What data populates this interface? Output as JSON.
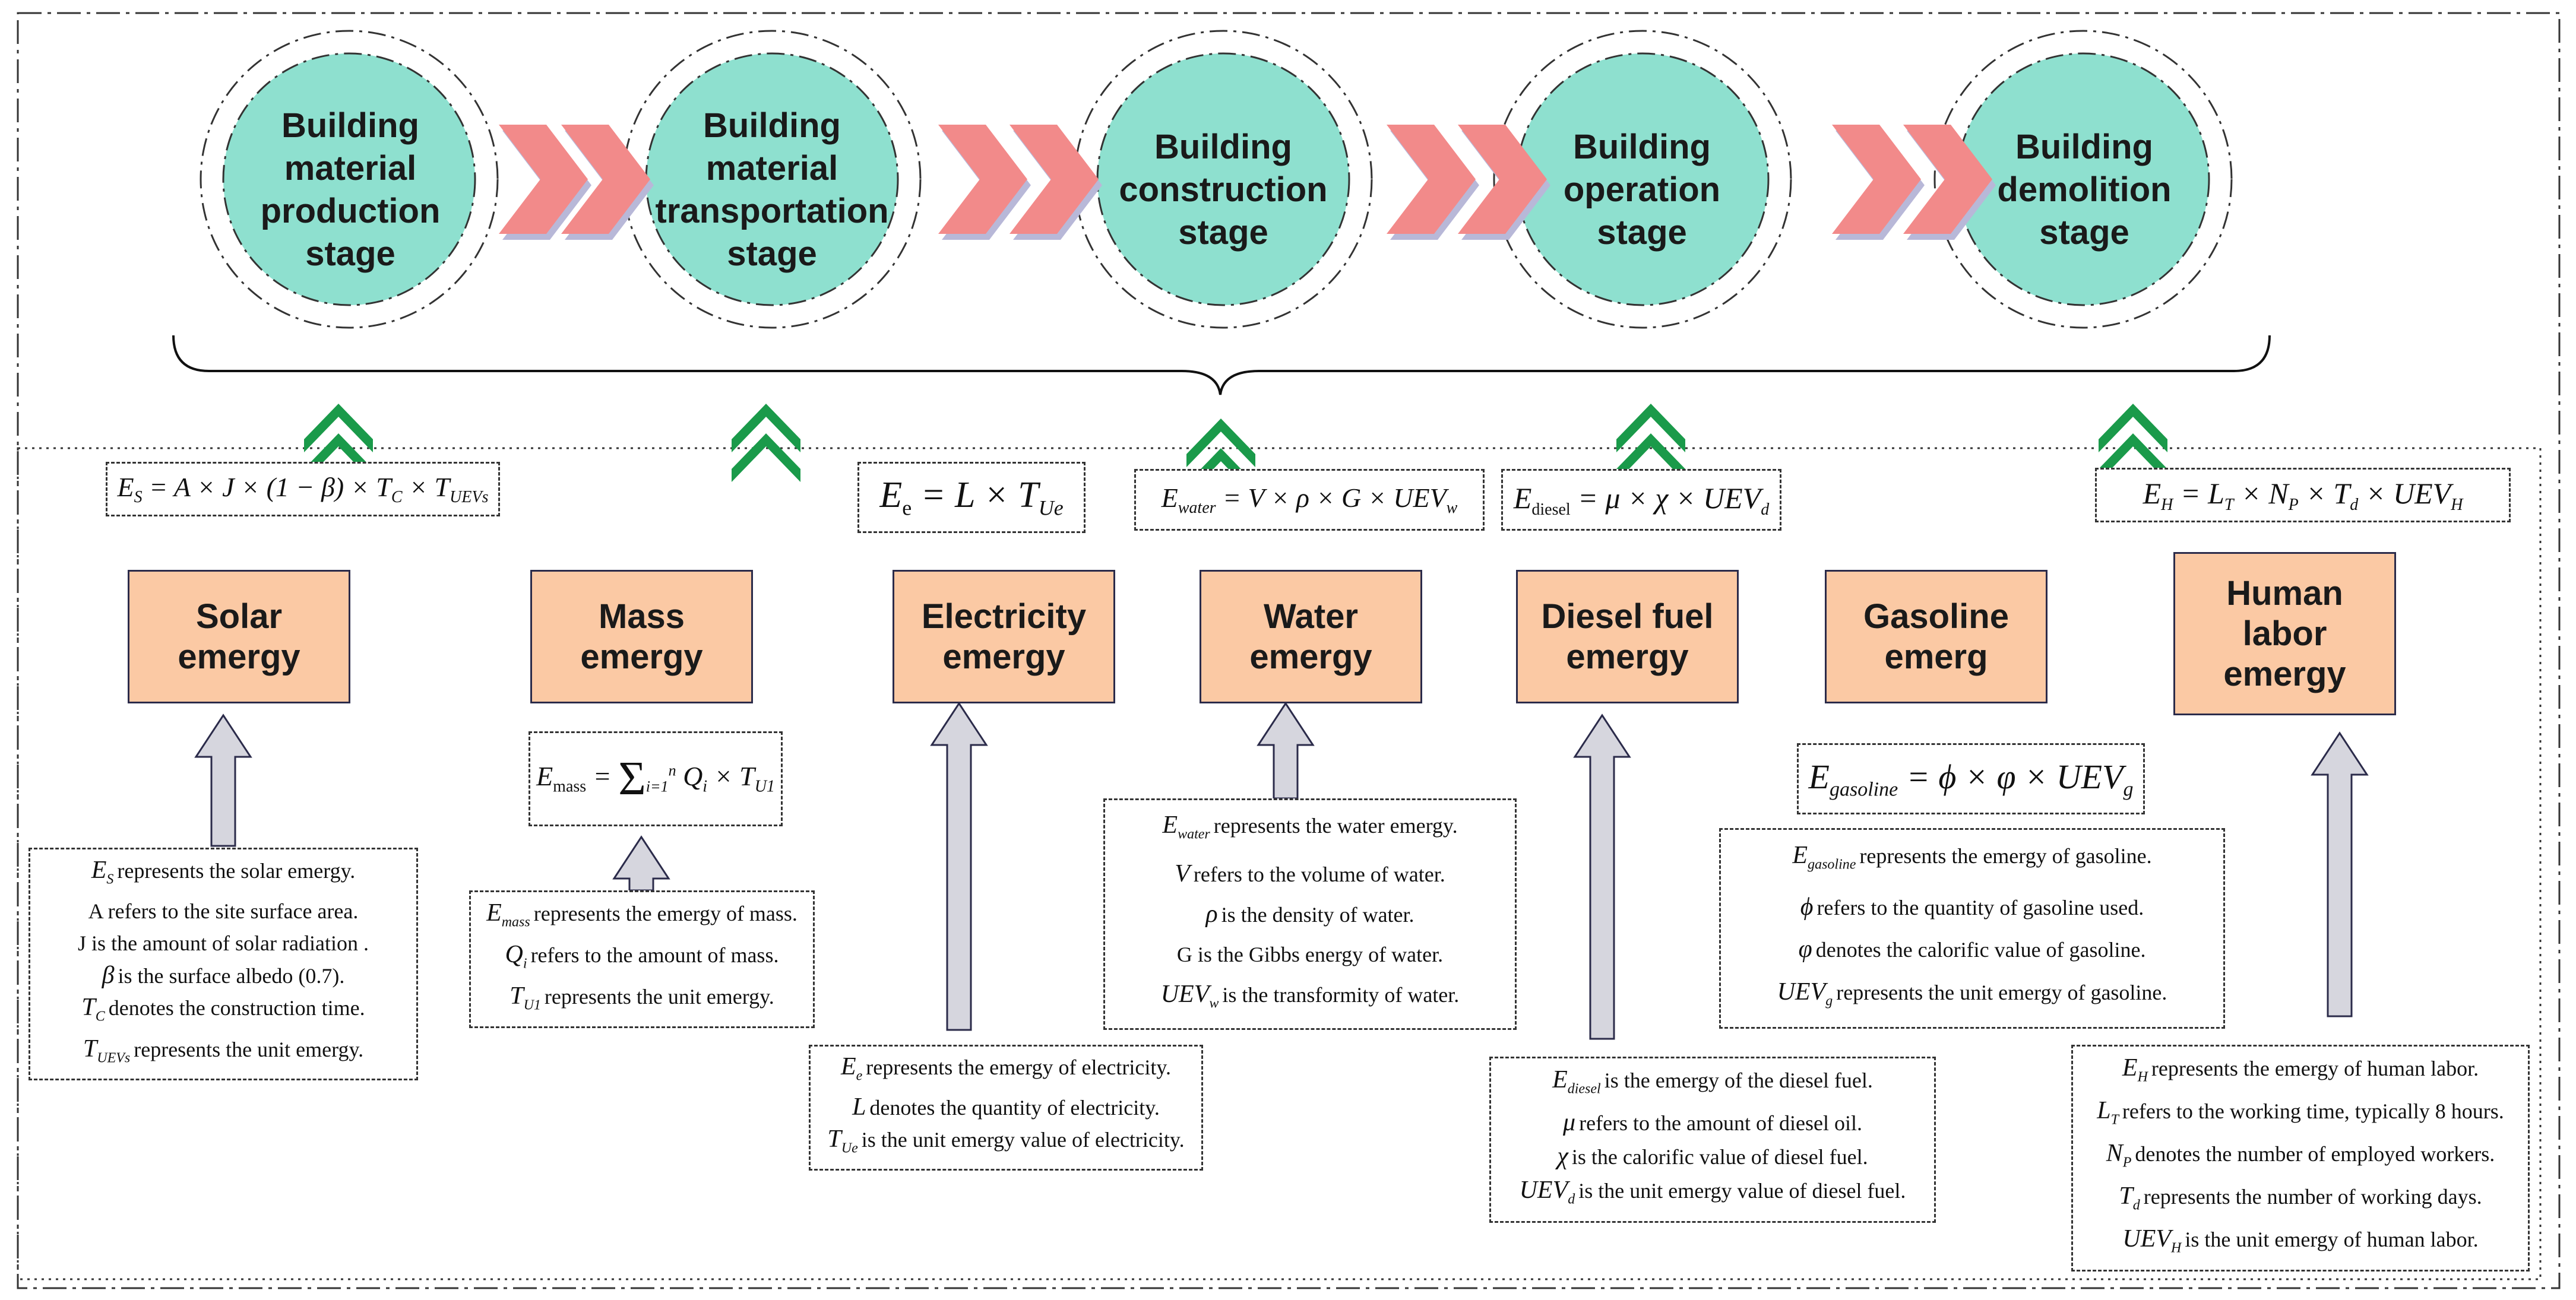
{
  "stages": [
    {
      "label": "Building\nmaterial\nproduction\nstage"
    },
    {
      "label": "Building\nmaterial\ntransportation\nstage"
    },
    {
      "label": "Building\nconstruction\nstage"
    },
    {
      "label": "Building\noperation\nstage"
    },
    {
      "label": "Building\ndemolition\nstage"
    }
  ],
  "emergy_boxes": [
    {
      "label": "Solar\nemergy"
    },
    {
      "label": "Mass\nemergy"
    },
    {
      "label": "Electricity\nemergy"
    },
    {
      "label": "Water\nemergy"
    },
    {
      "label": "Diesel fuel\nemergy"
    },
    {
      "label": "Gasoline\nemerg"
    },
    {
      "label": "Human\nlabor\nemergy"
    }
  ],
  "formulas": {
    "solar": "E_S = A × J × (1 − β) × T_C × T_UEVs",
    "mass": "E_mass = Σ_{i=1}^{n} Q_i × T_U1",
    "electricity": "E_e = L × T_Ue",
    "water": "E_water = V × ρ × G × UEV_w",
    "diesel": "E_diesel = μ × χ × UEV_d",
    "gasoline": "E_gasoline = ϕ × φ × UEV_g",
    "human": "E_H = L_T × N_P × T_d × UEV_H"
  },
  "descriptions": {
    "solar": [
      {
        "sym": "E_S",
        "text": "represents the solar emergy."
      },
      {
        "sym": "",
        "text": "A refers to the site surface area."
      },
      {
        "sym": "",
        "text": "J is the amount of solar radiation ."
      },
      {
        "sym": "β",
        "text": "is the surface albedo (0.7)."
      },
      {
        "sym": "T_C",
        "text": "denotes the construction time."
      },
      {
        "sym": "T_UEVs",
        "text": "represents the unit emergy."
      }
    ],
    "mass": [
      {
        "sym": "E_mass",
        "text": "represents the emergy of mass."
      },
      {
        "sym": "Q_i",
        "text": "refers to the amount of mass."
      },
      {
        "sym": "T_U1",
        "text": "represents the unit emergy."
      }
    ],
    "electricity": [
      {
        "sym": "E_e",
        "text": "represents the emergy of electricity."
      },
      {
        "sym": "L",
        "text": "denotes the quantity of electricity."
      },
      {
        "sym": "T_Ue",
        "text": "is the unit emergy value of electricity."
      }
    ],
    "water": [
      {
        "sym": "E_water",
        "text": "represents the water emergy."
      },
      {
        "sym": "V",
        "text": "refers to the volume of water."
      },
      {
        "sym": "ρ",
        "text": "is the density of water."
      },
      {
        "sym": "",
        "text": "G is the Gibbs energy of water."
      },
      {
        "sym": "UEV_w",
        "text": "is the transformity of water."
      }
    ],
    "diesel": [
      {
        "sym": "E_diesel",
        "text": "is the emergy of the diesel fuel."
      },
      {
        "sym": "μ",
        "text": "refers to the amount of diesel oil."
      },
      {
        "sym": "χ",
        "text": "is the calorific value of diesel fuel."
      },
      {
        "sym": "UEV_d",
        "text": "is the unit emergy value of diesel fuel."
      }
    ],
    "gasoline": [
      {
        "sym": "E_gasoline",
        "text": "represents the emergy of gasoline."
      },
      {
        "sym": "ϕ",
        "text": "refers to the quantity of gasoline used."
      },
      {
        "sym": "φ",
        "text": "denotes the calorific value of gasoline."
      },
      {
        "sym": "UEV_g",
        "text": "represents the unit emergy of gasoline."
      }
    ],
    "human": [
      {
        "sym": "E_H",
        "text": "represents the emergy of human labor."
      },
      {
        "sym": "L_T",
        "text": "refers to the working time, typically 8 hours."
      },
      {
        "sym": "N_P",
        "text": "denotes the number of employed workers."
      },
      {
        "sym": "T_d",
        "text": "represents the number of working days."
      },
      {
        "sym": "UEV_H",
        "text": "is the unit emergy of human labor."
      }
    ]
  },
  "colors": {
    "stage_fill": "#8ee0cf",
    "chevron": "#f28a8a",
    "chevron_shadow": "#b8b8d8",
    "up_chevron": "#1a9a4a",
    "emergy_fill": "#fbc9a4",
    "arrow_fill": "#d6d6de",
    "arrow_stroke": "#2b2b4a"
  }
}
